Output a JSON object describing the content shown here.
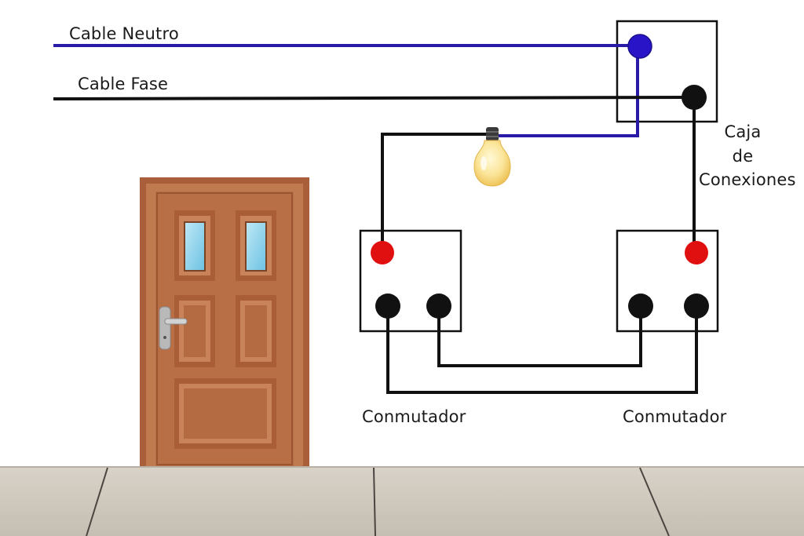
{
  "labels": {
    "neutral_cable": "Cable Neutro",
    "phase_cable": "Cable Fase",
    "junction_box": [
      "Caja",
      "de",
      "Conexiones"
    ],
    "switch_left": "Conmutador",
    "switch_right": "Conmutador"
  },
  "colors": {
    "neutral_wire": "#2a1aa8",
    "phase_wire": "#111111",
    "live_terminal": "#e01010",
    "terminal": "#111111",
    "neutral_terminal": "#2a14c8",
    "door": "#b86e45",
    "floor": "#cfc8bd"
  },
  "icons": [
    "light-bulb-icon",
    "door-icon",
    "door-handle-icon"
  ]
}
